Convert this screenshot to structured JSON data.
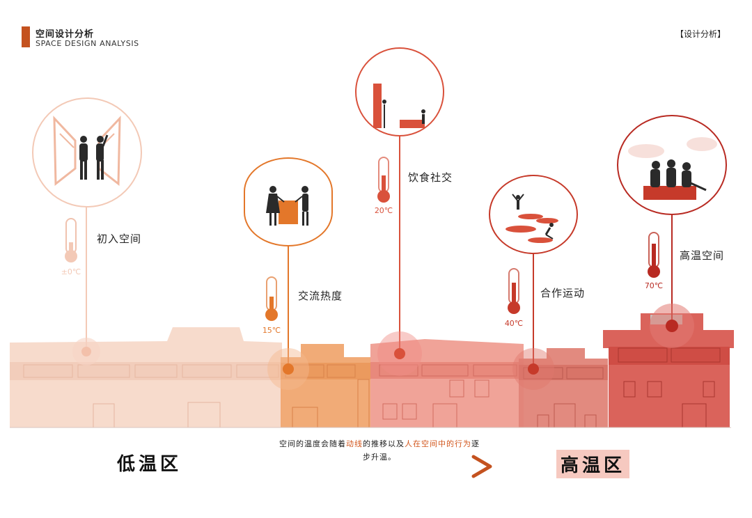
{
  "header": {
    "title_cn": "空间设计分析",
    "title_en": "SPACE DESIGN ANALYSIS",
    "section_tag": "【设计分析】"
  },
  "stations": [
    {
      "label": "初入空间",
      "temp": "±0℃",
      "color": "#f3c9b6"
    },
    {
      "label": "交流热度",
      "temp": "15℃",
      "color": "#e3772a"
    },
    {
      "label": "饮食社交",
      "temp": "20℃",
      "color": "#d9513b"
    },
    {
      "label": "合作运动",
      "temp": "40℃",
      "color": "#c63a2a"
    },
    {
      "label": "高温空间",
      "temp": "70℃",
      "color": "#b82a22"
    }
  ],
  "caption": {
    "p1": "空间的温度会随着",
    "hl1": "动线",
    "p2": "的推移以及",
    "hl2": "人在空间中的行为",
    "p3": "逐步升温。"
  },
  "zones": {
    "low": "低温区",
    "high": "高温区"
  },
  "colors": {
    "accent": "#c4521f",
    "arrow": "#c4521f"
  }
}
